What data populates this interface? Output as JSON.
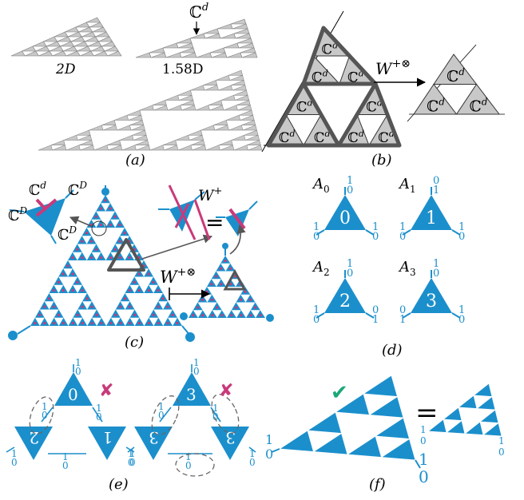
{
  "panels": {
    "a": {
      "label": "(a)",
      "label_2d": "2D",
      "label_158d": "1.58D",
      "cd": "ℂ",
      "cd_sup": "d"
    },
    "b": {
      "label": "(b)",
      "arrow_label": "W",
      "arrow_sup": "+⊗",
      "cd": "ℂ",
      "cd_sup": "d"
    },
    "c": {
      "label": "(c)",
      "cd": "ℂ",
      "cd_sup": "d",
      "cD_sup": "D",
      "w_plus": "W",
      "w_plus_sup": "+",
      "w_plus_otimes_sup": "+⊗",
      "equals": "="
    },
    "d": {
      "label": "(d)",
      "tensors": [
        {
          "name": "A",
          "sub": "0",
          "center": "0",
          "top": [
            "1",
            "0"
          ],
          "left": [
            "1",
            "0"
          ],
          "right": [
            "1",
            "0"
          ]
        },
        {
          "name": "A",
          "sub": "1",
          "center": "1",
          "top": [
            "0",
            "1"
          ],
          "left": [
            "1",
            "0"
          ],
          "right": [
            "1",
            "0"
          ]
        },
        {
          "name": "A",
          "sub": "2",
          "center": "2",
          "top": [
            "1",
            "0"
          ],
          "left": [
            "1",
            "0"
          ],
          "right": [
            "0",
            "1"
          ]
        },
        {
          "name": "A",
          "sub": "3",
          "center": "3",
          "top": [
            "1",
            "0"
          ],
          "left": [
            "0",
            "1"
          ],
          "right": [
            "1",
            "0"
          ]
        }
      ]
    },
    "e": {
      "label": "(e)",
      "mark": "✘",
      "left_nums": [
        "0",
        "2",
        "1"
      ],
      "right_nums": [
        "3",
        "3",
        "3"
      ],
      "legs": [
        "1",
        "0"
      ]
    },
    "f": {
      "label": "(f)",
      "mark": "✔",
      "equals": "=",
      "corner_num": [
        "1",
        "0"
      ]
    }
  },
  "colors": {
    "blue": "#1b8fcc",
    "magenta": "#c93a7a",
    "green": "#1aa878",
    "gray": "#c8c8c8",
    "dark": "#555555"
  }
}
